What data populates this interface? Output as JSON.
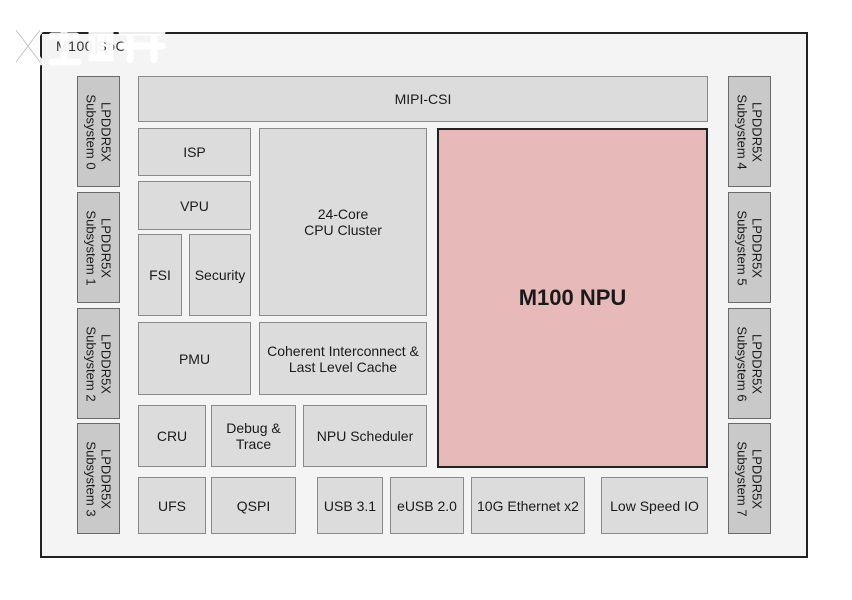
{
  "chip": {
    "name": "M100 SoC"
  },
  "memory_left": [
    {
      "line1": "LPDDR5X",
      "line2": "Subsystem 0"
    },
    {
      "line1": "LPDDR5X",
      "line2": "Subsystem 1"
    },
    {
      "line1": "LPDDR5X",
      "line2": "Subsystem 2"
    },
    {
      "line1": "LPDDR5X",
      "line2": "Subsystem 3"
    }
  ],
  "memory_right": [
    {
      "line1": "LPDDR5X",
      "line2": "Subsystem 4"
    },
    {
      "line1": "LPDDR5X",
      "line2": "Subsystem 5"
    },
    {
      "line1": "LPDDR5X",
      "line2": "Subsystem 6"
    },
    {
      "line1": "LPDDR5X",
      "line2": "Subsystem 7"
    }
  ],
  "blocks": {
    "mipi": "MIPI-CSI",
    "isp": "ISP",
    "vpu": "VPU",
    "fsi": "FSI",
    "security": "Security",
    "cpu_line1": "24-Core",
    "cpu_line2": "CPU Cluster",
    "pmu": "PMU",
    "interconnect_line1": "Coherent Interconnect &",
    "interconnect_line2": "Last Level Cache",
    "cru": "CRU",
    "debug_line1": "Debug &",
    "debug_line2": "Trace",
    "npu_scheduler": "NPU Scheduler",
    "npu": "M100 NPU",
    "ufs": "UFS",
    "qspi": "QSPI",
    "usb": "USB 3.1",
    "eusb": "eUSB 2.0",
    "ethernet": "10G Ethernet x2",
    "low_speed_io": "Low Speed IO"
  },
  "watermark": {
    "icon": "car-brand-watermark"
  }
}
